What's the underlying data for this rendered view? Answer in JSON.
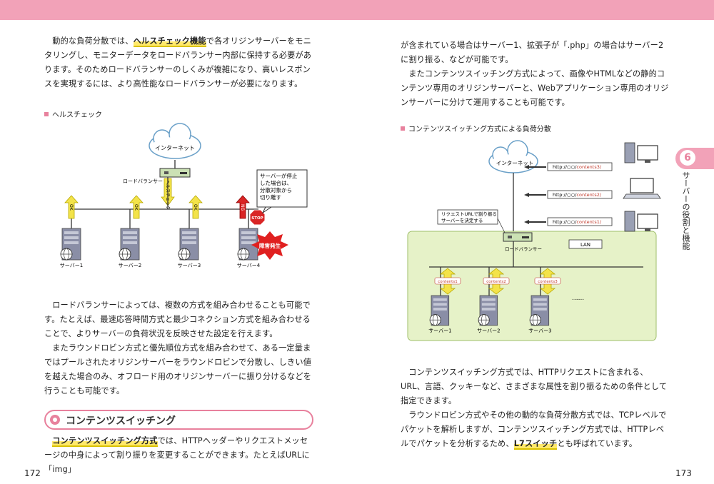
{
  "left": {
    "para1_a": "動的な負荷分散では、",
    "para1_term": "ヘルスチェック機能",
    "para1_b": "で各オリジンサーバーをモニタリングし、モニターデータをロードバランサー内部に保持する必要があります。そのためロードバランサーのしくみが複雑になり、高いレスポンスを実現するには、より高性能なロードバランサーが必要になります。",
    "fig1_caption": "ヘルスチェック",
    "fig1": {
      "internet": "インターネット",
      "lb": "ロードバランサー",
      "health": "ヘルスチェック",
      "ok": "OK",
      "ng": "NG",
      "stop": "STOP",
      "fault": "障害発生",
      "note": "サーバーが停止した場合は、分散対象から切り離す",
      "servers": [
        "サーバー1",
        "サーバー2",
        "サーバー3",
        "サーバー4"
      ]
    },
    "para2": "ロードバランサーによっては、複数の方式を組み合わせることも可能です。たとえば、最速応答時間方式と最少コネクション方式を組み合わせることで、よりサーバーの負荷状況を反映させた設定を行えます。",
    "para3": "またラウンドロビン方式と優先順位方式を組み合わせて、ある一定量まではプールされたオリジンサーバーをラウンドロビンで分散し、しきい値を越えた場合のみ、オフロード用のオリジンサーバーに振り分けるなどを行うことも可能です。",
    "section_title": "コンテンツスイッチング",
    "para4_term": "コンテンツスイッチング方式",
    "para4_b": "では、HTTPヘッダーやリクエストメッセージの中身によって割り振りを変更することができます。たとえばURLに「img」",
    "page_number": "172"
  },
  "right": {
    "para1": "が含まれている場合はサーバー1、拡張子が「.php」の場合はサーバー2に割り振る、などが可能です。",
    "para2": "またコンテンツスイッチング方式によって、画像やHTMLなどの静的コンテンツ専用のオリジンサーバーと、Webアプリケーション専用のオリジンサーバーに分けて運用することも可能です。",
    "fig2_caption": "コンテンツスイッチング方式による負荷分散",
    "fig2": {
      "internet": "インターネット",
      "lb": "ロードバランサー",
      "lan": "LAN",
      "note": "リクエストURLで割り振るサーバーを決定する",
      "url3": "http://○○/contents3/",
      "url2": "http://○○/contents2/",
      "url1": "http://○○/contents1/",
      "c1": "contents1",
      "c2": "contents2",
      "c3": "contents3",
      "dots": "......",
      "servers": [
        "サーバー1",
        "サーバー2",
        "サーバー3"
      ]
    },
    "para3": "コンテンツスイッチング方式では、HTTPリクエストに含まれる、URL、言語、クッキーなど、さまざまな属性を割り振るための条件として指定できます。",
    "para4_a": "ラウンドロビン方式やその他の動的な負荷分散方式では、TCPレベルでパケットを解析しますが、コンテンツスイッチング方式では、HTTPレベルでパケットを分析するため、",
    "para4_term": "L7スイッチ",
    "para4_b": "とも呼ばれています。",
    "page_number": "173"
  },
  "chapter": {
    "number": "6",
    "title": "サーバーの役割と機能"
  },
  "colors": {
    "accent": "#f2a2b8",
    "highlight": "#ffe96b",
    "lan_bg": "#e6f2c8"
  }
}
